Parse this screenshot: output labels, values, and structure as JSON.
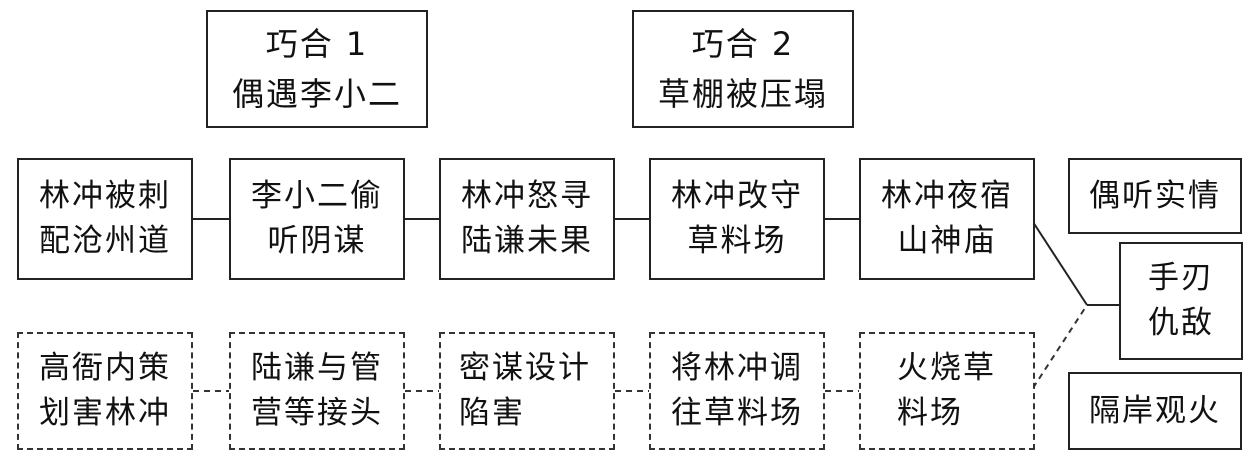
{
  "coincidences": [
    {
      "id": "c1",
      "lines": [
        "巧合 1",
        "偶遇李小二"
      ]
    },
    {
      "id": "c2",
      "lines": [
        "巧合 2",
        "草棚被压塌"
      ]
    }
  ],
  "main_chain": [
    {
      "id": "m1",
      "lines": [
        "林冲被刺",
        "配沧州道"
      ]
    },
    {
      "id": "m2",
      "lines": [
        "李小二偷",
        "听阴谋"
      ]
    },
    {
      "id": "m3",
      "lines": [
        "林冲怒寻",
        "陆谦未果"
      ]
    },
    {
      "id": "m4",
      "lines": [
        "林冲改守",
        "草料场"
      ]
    },
    {
      "id": "m5",
      "lines": [
        "林冲夜宿",
        "山神庙"
      ]
    }
  ],
  "hidden_chain": [
    {
      "id": "h1",
      "lines": [
        "高衙内策",
        "划害林冲"
      ]
    },
    {
      "id": "h2",
      "lines": [
        "陆谦与管",
        "营等接头"
      ]
    },
    {
      "id": "h3",
      "lines": [
        "密谋设计",
        "陷害"
      ]
    },
    {
      "id": "h4",
      "lines": [
        "将林冲调",
        "往草料场"
      ]
    },
    {
      "id": "h5",
      "lines": [
        "火烧草",
        "料场"
      ]
    }
  ],
  "outcomes": {
    "top": {
      "lines": [
        "偶听实情"
      ]
    },
    "middle": {
      "lines": [
        "手刃",
        "仇敌"
      ]
    },
    "bottom": {
      "lines": [
        "隔岸观火"
      ]
    }
  }
}
